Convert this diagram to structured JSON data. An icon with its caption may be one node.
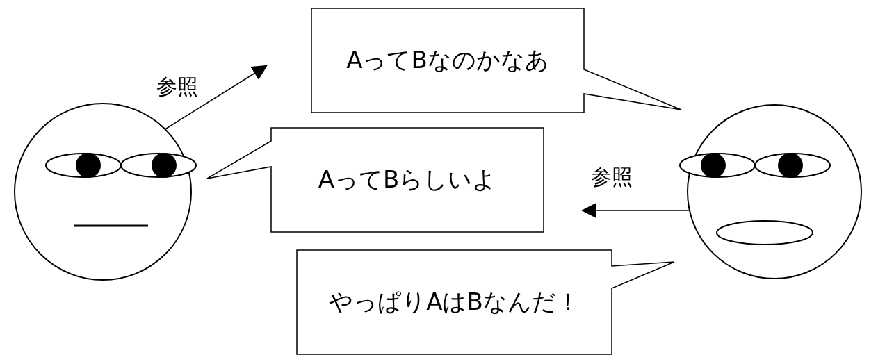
{
  "diagram": {
    "nodes": [
      {
        "text": [],
        "shape": "picture"
      },
      {
        "text": [
          "AってBなのかなあ"
        ]
      },
      {
        "text": [],
        "shape": "picture"
      },
      {
        "text": [
          "AってBらしいよ"
        ]
      },
      {
        "text": [
          "やっぱりAはBなんだ！"
        ]
      }
    ],
    "edges": [
      {
        "from": 0,
        "to": null,
        "arrow": "to",
        "label": "参照"
      },
      {
        "from": 2,
        "to": null,
        "arrow": "to",
        "label": "参照"
      }
    ]
  }
}
